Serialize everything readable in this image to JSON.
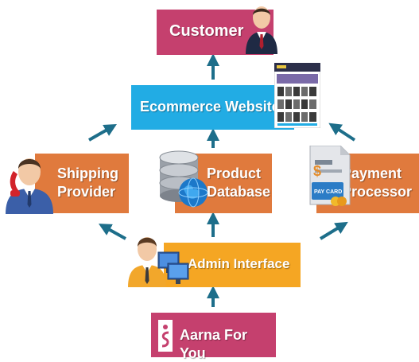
{
  "nodes": {
    "customer": "Customer",
    "ecommerce": "Ecommerce Website",
    "shipping_line1": "Shipping",
    "shipping_line2": "Provider",
    "product_line1": "Product",
    "product_line2": "Database",
    "payment_line1": "Payment",
    "payment_line2": "Processor",
    "admin": "Admin Interface",
    "aarna": "Aarna For You"
  },
  "icons": {
    "customer": "businessman-icon",
    "ecommerce": "website-screenshot-icon",
    "shipping": "call-center-agent-icon",
    "product": "database-globe-icon",
    "payment": "pay-card-invoice-icon",
    "admin": "admin-computer-user-icon",
    "aarna": "aarna-logo-icon"
  },
  "icon_text": {
    "pay_card": "PAY CARD"
  },
  "colors": {
    "magenta": "#c5406e",
    "blue": "#22ace4",
    "orange": "#e07a3d",
    "amber": "#f5a623",
    "arrow": "#1d6e8a"
  }
}
